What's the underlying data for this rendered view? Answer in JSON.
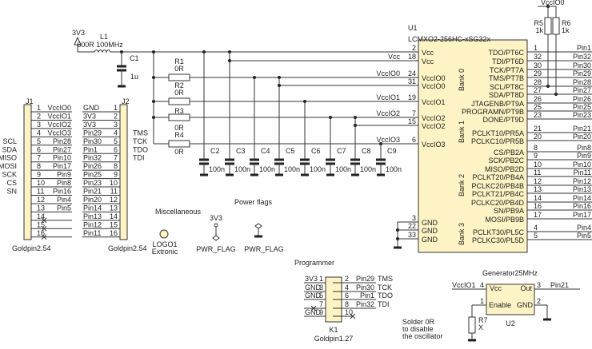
{
  "power": {
    "source": "3V3",
    "inductor_ref": "L1",
    "inductor_value": "600R 100MHz",
    "c1_ref": "C1",
    "c1_value": "1u"
  },
  "resistors": [
    {
      "ref": "R1",
      "value": "0R"
    },
    {
      "ref": "R2",
      "value": "0R"
    },
    {
      "ref": "R3",
      "value": "0R"
    },
    {
      "ref": "R4",
      "value": "0R"
    }
  ],
  "caps": [
    {
      "ref": "C2",
      "value": "100n"
    },
    {
      "ref": "C3",
      "value": "100n"
    },
    {
      "ref": "C4",
      "value": "100n"
    },
    {
      "ref": "C5",
      "value": "100n"
    },
    {
      "ref": "C6",
      "value": "100n"
    },
    {
      "ref": "C7",
      "value": "100n"
    },
    {
      "ref": "C8",
      "value": "100n"
    },
    {
      "ref": "C9",
      "value": "100n"
    }
  ],
  "u1": {
    "ref": "U1",
    "part": "LCMXO2-256HC-xSG32x",
    "left_pins": [
      {
        "num": "2",
        "name": "Vcc",
        "net": ""
      },
      {
        "num": "18",
        "name": "Vcc",
        "net": "Vcc"
      },
      {
        "num": "24",
        "name": "VccIO0",
        "net": "VccIO0"
      },
      {
        "num": "31",
        "name": "VccIO0",
        "net": ""
      },
      {
        "num": "19",
        "name": "VccIO1",
        "net": "VccIO1"
      },
      {
        "num": "7",
        "name": "VccIO2",
        "net": "VccIO2"
      },
      {
        "num": "15",
        "name": "VccIO2",
        "net": ""
      },
      {
        "num": "6",
        "name": "VccIO3",
        "net": "VccIO3"
      },
      {
        "num": "3",
        "name": "GND",
        "net": ""
      },
      {
        "num": "22",
        "name": "GND",
        "net": ""
      },
      {
        "num": "33",
        "name": "GND",
        "net": ""
      }
    ],
    "right_pins": [
      {
        "num": "1",
        "name": "TDO/PT6C",
        "net": "Pin1"
      },
      {
        "num": "32",
        "name": "TDI/PT6D",
        "net": "Pin32"
      },
      {
        "num": "30",
        "name": "TCK/PT7A",
        "net": "Pin30"
      },
      {
        "num": "29",
        "name": "TMS/PT7B",
        "net": "Pin29"
      },
      {
        "num": "28",
        "name": "SCL/PT8C",
        "net": "Pin28"
      },
      {
        "num": "27",
        "name": "SDA/PT8D",
        "net": "Pin27"
      },
      {
        "num": "26",
        "name": "JTAGENB/PT9A",
        "net": "Pin26"
      },
      {
        "num": "25",
        "name": "PROGRAMN/PT9B",
        "net": "Pin25"
      },
      {
        "num": "23",
        "name": "DONE/PT9D",
        "net": "Pin23"
      },
      {
        "num": "21",
        "name": "PCLKT10/PR5A",
        "net": "Pin21"
      },
      {
        "num": "20",
        "name": "PCLKC10/PR5B",
        "net": "Pin20"
      },
      {
        "num": "8",
        "name": "CS/PB2A",
        "net": "Pin8"
      },
      {
        "num": "9",
        "name": "SCK/PB2C",
        "net": "Pin9"
      },
      {
        "num": "10",
        "name": "MISO/PB2D",
        "net": "Pin10"
      },
      {
        "num": "11",
        "name": "PCLKT20/PB4A",
        "net": "Pin11"
      },
      {
        "num": "12",
        "name": "PCLKC20/PB4B",
        "net": "Pin12"
      },
      {
        "num": "13",
        "name": "PCLKT21/PB4C",
        "net": "Pin13"
      },
      {
        "num": "14",
        "name": "PCLKC20/PB4D",
        "net": "Pin14"
      },
      {
        "num": "16",
        "name": "SN/PB9A",
        "net": "Pin16"
      },
      {
        "num": "17",
        "name": "MOSI/PB9B",
        "net": "Pin17"
      },
      {
        "num": "4",
        "name": "PCLKT30/PL5C",
        "net": "Pin4"
      },
      {
        "num": "5",
        "name": "PCLKC30/PL5D",
        "net": "Pin5"
      }
    ],
    "banks": [
      "Bank 0",
      "Bank 1",
      "Bank 2",
      "Bank 3"
    ]
  },
  "pullups": {
    "net": "VccIO0",
    "r5_ref": "R5",
    "r5_value": "1k",
    "r6_ref": "R6",
    "r6_value": "1k"
  },
  "j1": {
    "ref": "J1",
    "footprint": "Goldpin2.54",
    "pins": [
      {
        "num": "1",
        "net": "VccIO0",
        "func": ""
      },
      {
        "num": "2",
        "net": "VccIO1",
        "func": ""
      },
      {
        "num": "3",
        "net": "VccIO2",
        "func": ""
      },
      {
        "num": "4",
        "net": "VccIO3",
        "func": ""
      },
      {
        "num": "5",
        "net": "Pin28",
        "func": "SCL"
      },
      {
        "num": "6",
        "net": "Pin27",
        "func": "SDA"
      },
      {
        "num": "7",
        "net": "Pin10",
        "func": "MISO"
      },
      {
        "num": "8",
        "net": "Pin17",
        "func": "MOSI"
      },
      {
        "num": "9",
        "net": "Pin9",
        "func": "SCK"
      },
      {
        "num": "10",
        "net": "Pin8",
        "func": "CS"
      },
      {
        "num": "11",
        "net": "Pin16",
        "func": "SN"
      },
      {
        "num": "12",
        "net": "Pin4",
        "func": ""
      },
      {
        "num": "13",
        "net": "Pin5",
        "func": ""
      },
      {
        "num": "14",
        "net": "",
        "func": ""
      },
      {
        "num": "15",
        "net": "",
        "func": ""
      },
      {
        "num": "16",
        "net": "",
        "func": ""
      }
    ]
  },
  "j2": {
    "ref": "J2",
    "footprint": "Goldpin2.54",
    "pins": [
      {
        "num": "1",
        "net": "GND",
        "func": ""
      },
      {
        "num": "2",
        "net": "3V3",
        "func": ""
      },
      {
        "num": "3",
        "net": "3V3",
        "func": ""
      },
      {
        "num": "4",
        "net": "Pin29",
        "func": "TMS"
      },
      {
        "num": "5",
        "net": "Pin30",
        "func": "TCK"
      },
      {
        "num": "6",
        "net": "Pin1",
        "func": "TDO"
      },
      {
        "num": "7",
        "net": "Pin32",
        "func": "TDI"
      },
      {
        "num": "8",
        "net": "Pin26",
        "func": ""
      },
      {
        "num": "9",
        "net": "Pin25",
        "func": ""
      },
      {
        "num": "10",
        "net": "Pin23",
        "func": ""
      },
      {
        "num": "11",
        "net": "Pin21",
        "func": ""
      },
      {
        "num": "12",
        "net": "Pin20",
        "func": ""
      },
      {
        "num": "13",
        "net": "Pin14",
        "func": ""
      },
      {
        "num": "14",
        "net": "Pin13",
        "func": ""
      },
      {
        "num": "15",
        "net": "Pin12",
        "func": ""
      },
      {
        "num": "16",
        "net": "Pin11",
        "func": ""
      }
    ]
  },
  "misc": {
    "title": "Miscellaneous",
    "logo_ref": "LOGO1",
    "logo_value": "Extronic"
  },
  "power_flags": {
    "title": "Power flags",
    "net": "3V3",
    "flag1": "PWR_FLAG",
    "flag2": "PWR_FLAG"
  },
  "programmer": {
    "title": "Programmer",
    "ref": "K1",
    "footprint": "Goldpin1.27",
    "left": [
      {
        "num": "1",
        "net": "3V3"
      },
      {
        "num": "3",
        "net": "GND"
      },
      {
        "num": "5",
        "net": "GND"
      },
      {
        "num": "7",
        "net": ""
      },
      {
        "num": "9",
        "net": "GND"
      }
    ],
    "right": [
      {
        "num": "2",
        "net": "Pin29",
        "func": "TMS"
      },
      {
        "num": "4",
        "net": "Pin30",
        "func": "TCK"
      },
      {
        "num": "6",
        "net": "Pin1",
        "func": "TDO"
      },
      {
        "num": "8",
        "net": "Pin32",
        "func": "TDI"
      },
      {
        "num": "10",
        "net": "",
        "func": ""
      }
    ]
  },
  "note": [
    "Solder 0R",
    "to disable",
    "the oscillator"
  ],
  "generator": {
    "title": "Generator25MHz",
    "ref": "U2",
    "vcc_net": "VccIO1",
    "vcc_num": "4",
    "vcc_name": "Vcc",
    "out_name": "Out",
    "out_num": "3",
    "out_net": "Pin21",
    "enable_num": "1",
    "enable_name": "Enable",
    "gnd_name": "GND",
    "gnd_num": "2",
    "r7_ref": "R7",
    "r7_value": "X"
  },
  "colors": {
    "body": "#fdf3c4",
    "wire": "#333333"
  }
}
